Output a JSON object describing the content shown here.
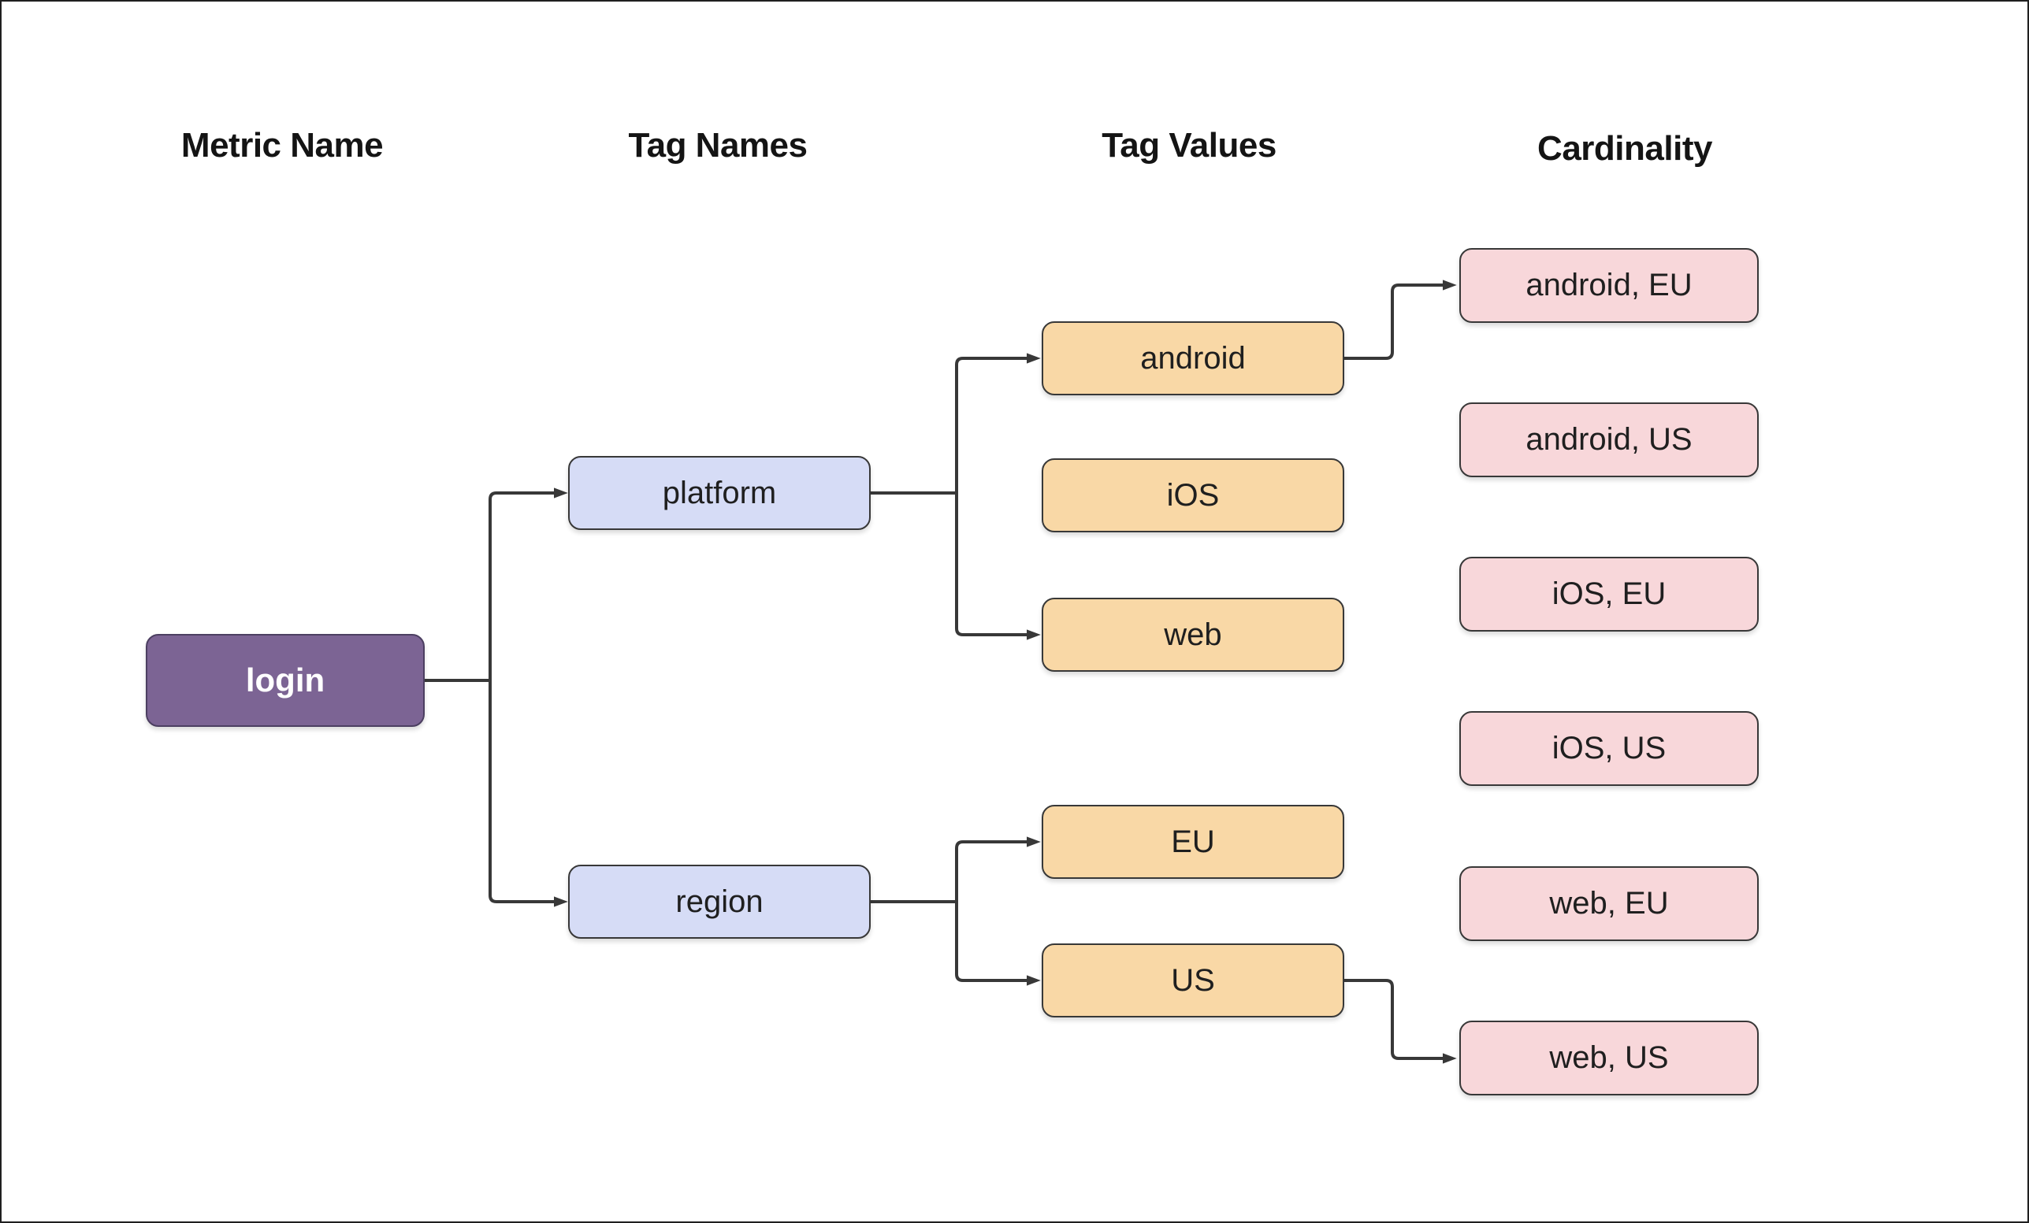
{
  "diagram": {
    "columns": [
      {
        "label": "Metric Name"
      },
      {
        "label": "Tag Names"
      },
      {
        "label": "Tag Values"
      },
      {
        "label": "Cardinality"
      }
    ],
    "metric": {
      "label": "login"
    },
    "tag_names": [
      {
        "label": "platform"
      },
      {
        "label": "region"
      }
    ],
    "tag_values": [
      {
        "label": "android"
      },
      {
        "label": "iOS"
      },
      {
        "label": "web"
      },
      {
        "label": "EU"
      },
      {
        "label": "US"
      }
    ],
    "cardinality": [
      {
        "label": "android, EU"
      },
      {
        "label": "android, US"
      },
      {
        "label": "iOS, EU"
      },
      {
        "label": "iOS, US"
      },
      {
        "label": "web, EU"
      },
      {
        "label": "web, US"
      }
    ],
    "colors": {
      "metric_fill": "#7c6494",
      "metric_border": "#4c3f61",
      "metric_text": "#ffffff",
      "tag_name_fill": "#d6dcf6",
      "tag_value_fill": "#f9d8a6",
      "cardinality_fill": "#f8d7da",
      "node_border": "#383838",
      "edge": "#383838",
      "text": "#1f1f1f"
    }
  }
}
